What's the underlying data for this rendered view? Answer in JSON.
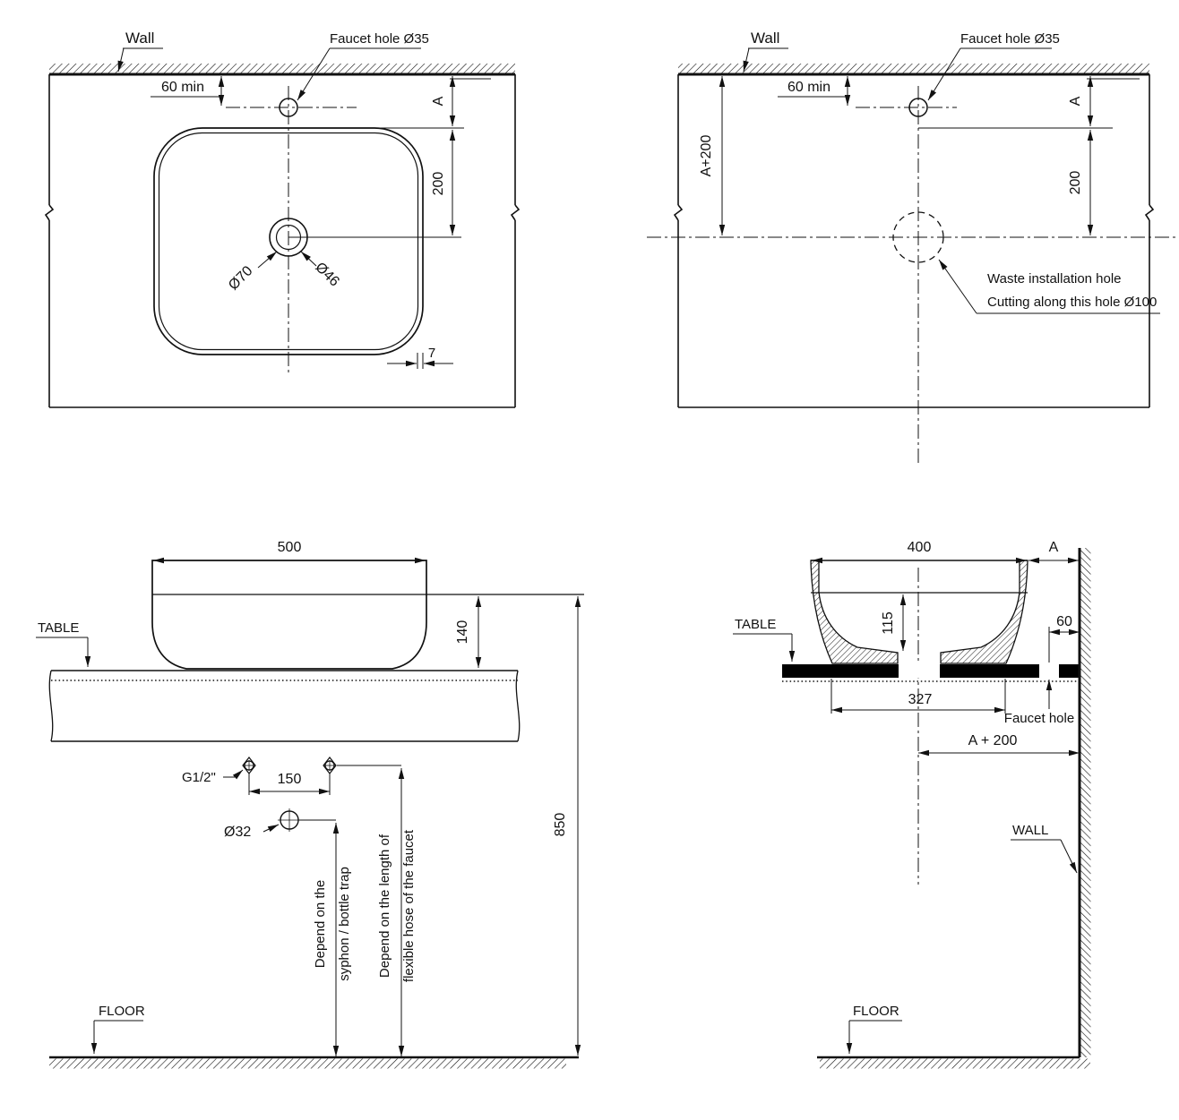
{
  "document": {
    "type": "technical installation drawing",
    "subject": "countertop wash basin mounting dimensions",
    "colors": {
      "line": "#111111",
      "background": "#ffffff",
      "table_fill": "#000000"
    }
  },
  "views": {
    "plan_left": {
      "name": "plan view - basin on countertop",
      "wall_label": "Wall",
      "faucet_label": "Faucet hole Ø35",
      "dim_60min": "60 min",
      "dim_a": "A",
      "dim_200": "200",
      "dim_d70": "Ø70",
      "dim_d46": "Ø46",
      "dim_7": "7"
    },
    "plan_right": {
      "name": "plan view - countertop cutout",
      "wall_label": "Wall",
      "faucet_label": "Faucet hole Ø35",
      "dim_60min": "60 min",
      "dim_a_plus_200": "A+200",
      "dim_a": "A",
      "dim_200": "200",
      "waste_note_line1": "Waste installation hole",
      "waste_note_line2": "Cutting along this hole Ø100"
    },
    "front": {
      "name": "front elevation",
      "dim_500": "500",
      "dim_140": "140",
      "dim_850": "850",
      "table_label": "TABLE",
      "floor_label": "FLOOR",
      "g_half_label": "G1/2\"",
      "dim_150": "150",
      "dim_d32": "Ø32",
      "note_syphon_line1": "Depend on the",
      "note_syphon_line2": "syphon / bottle trap",
      "note_hose_line1": "Depend on the length of",
      "note_hose_line2": "flexible hose of the faucet"
    },
    "side": {
      "name": "side section at wall",
      "dim_400": "400",
      "dim_a": "A",
      "dim_115": "115",
      "dim_60": "60",
      "dim_327": "327",
      "dim_a_plus_200": "A + 200",
      "table_label": "TABLE",
      "faucet_hole_label": "Faucet hole",
      "wall_label": "WALL",
      "floor_label": "FLOOR"
    }
  }
}
